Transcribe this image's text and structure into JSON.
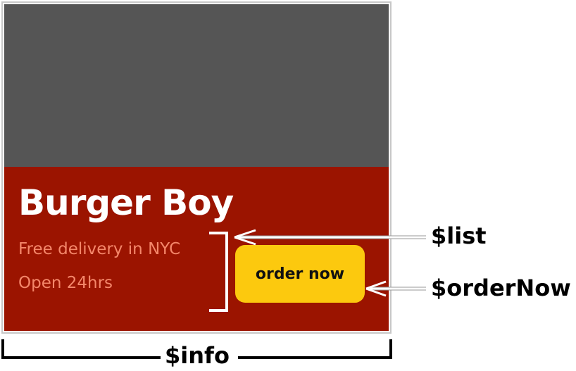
{
  "card": {
    "title": "Burger Boy",
    "list": [
      "Free delivery in NYC",
      "Open 24hrs"
    ],
    "button": "order now",
    "colors": {
      "photo": "#555555",
      "info": "#9b1400",
      "button": "#fcc90e",
      "list_text": "#f4876a"
    }
  },
  "annotations": {
    "list": "$list",
    "orderNow": "$orderNow",
    "info": "$info"
  }
}
